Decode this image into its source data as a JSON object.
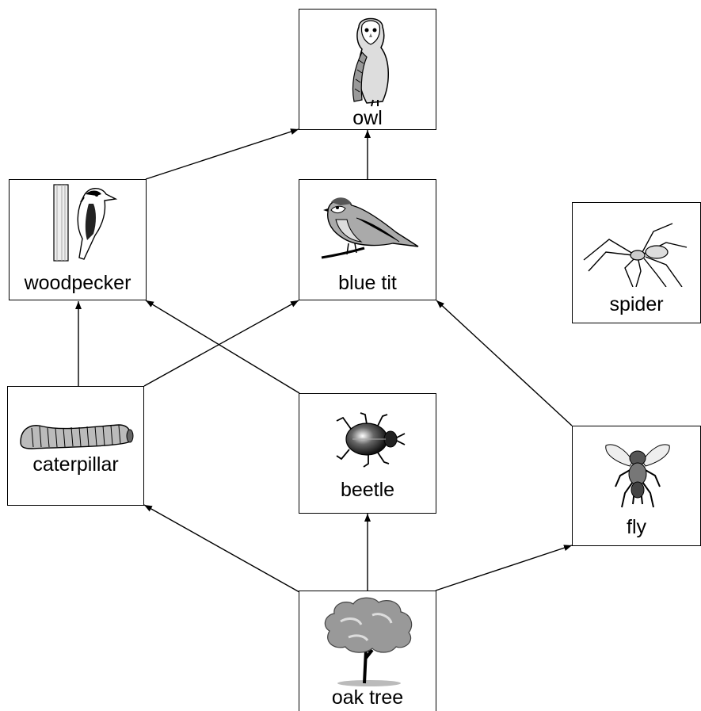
{
  "organisms": {
    "owl": "owl",
    "woodpecker": "woodpecker",
    "blue_tit": "blue tit",
    "spider": "spider",
    "caterpillar": "caterpillar",
    "beetle": "beetle",
    "fly": "fly",
    "oak_tree": "oak tree"
  },
  "links": [
    {
      "from": "oak tree",
      "to": "caterpillar"
    },
    {
      "from": "oak tree",
      "to": "beetle"
    },
    {
      "from": "oak tree",
      "to": "fly"
    },
    {
      "from": "caterpillar",
      "to": "woodpecker"
    },
    {
      "from": "caterpillar",
      "to": "blue tit"
    },
    {
      "from": "beetle",
      "to": "woodpecker"
    },
    {
      "from": "fly",
      "to": "blue tit"
    },
    {
      "from": "woodpecker",
      "to": "owl"
    },
    {
      "from": "blue tit",
      "to": "owl"
    }
  ],
  "colors": {
    "line": "#000000",
    "box_border": "#000000",
    "illustration_gray": "#888888"
  }
}
